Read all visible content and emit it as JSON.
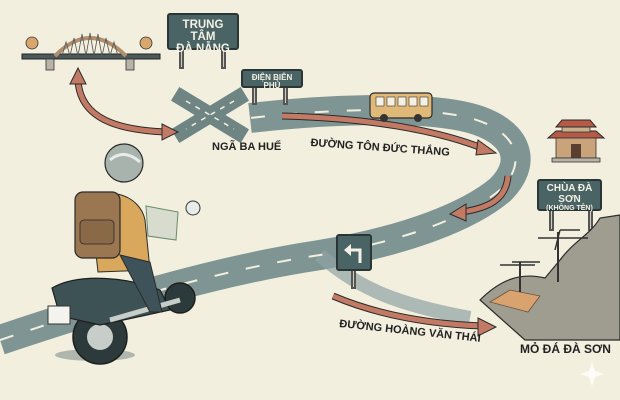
{
  "title": "Route map from Ngã Ba Huế to Mỏ Đá Đà Sơn",
  "signs": {
    "center": {
      "line1": "TRUNG TÂM",
      "line2": "ĐÀ NẴNG"
    },
    "dien_bien_phu": "ĐIỆN BIÊN PHỦ",
    "pagoda": {
      "line1": "CHÙA ĐÀ SƠN",
      "line2": "(KHÔNG TÊN)"
    },
    "turn_left": "turn-left-arrow"
  },
  "labels": {
    "intersection": "NGÃ BA HUẾ",
    "road1": "ĐƯỜNG TÔN ĐỨC THẮNG",
    "road2": "ĐƯỜNG HOÀNG VĂN THÁI",
    "quarry": "MỎ ĐÁ ĐÀ SƠN"
  },
  "landmarks": [
    "dragon-bridge",
    "pagoda",
    "bus",
    "quarry-with-cranes",
    "motorbike-rider-with-map"
  ],
  "colors": {
    "background": "#f2efdf",
    "road": "#7f9594",
    "sign": "#4a6364",
    "arrow": "#c27a64",
    "ink": "#222222"
  }
}
